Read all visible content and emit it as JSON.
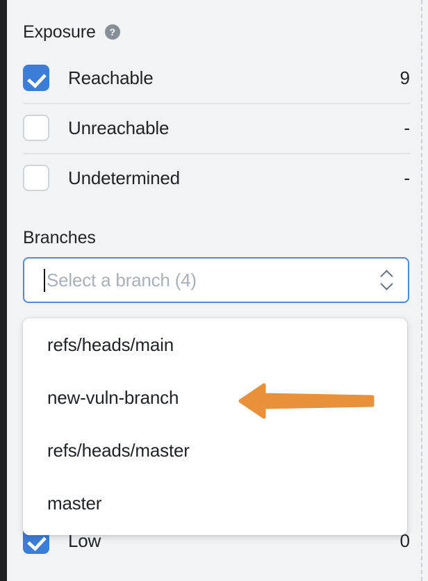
{
  "panel": {
    "exposure": {
      "title": "Exposure",
      "help_icon": "question-mark-icon",
      "rows": [
        {
          "label": "Reachable",
          "count": "9",
          "checked": true
        },
        {
          "label": "Unreachable",
          "count": "-",
          "checked": false
        },
        {
          "label": "Undetermined",
          "count": "-",
          "checked": false
        }
      ]
    },
    "branches": {
      "title": "Branches",
      "select": {
        "value": "",
        "placeholder": "Select a branch (4)",
        "focused": true,
        "stepper_icon": "chevron-up-down-icon"
      },
      "options": [
        "refs/heads/main",
        "new-vuln-branch",
        "refs/heads/master",
        "master"
      ]
    },
    "severity_partial": {
      "rows": [
        {
          "label": "Low",
          "count": "0",
          "checked": true
        }
      ]
    }
  },
  "annotation": {
    "arrow_icon": "left-arrow-annotation",
    "points_to": "new-vuln-branch",
    "color": "#E8913A"
  },
  "colors": {
    "background": "#f1f3f5",
    "checkbox_checked": "#3b7dd8",
    "focus_border": "#4a8ae0",
    "text": "#1f2328",
    "placeholder": "#a9b0b8",
    "divider": "#dfe2e6",
    "left_rail": "#1d2124",
    "help_icon": "#868e96",
    "annotation_orange": "#E8913A"
  }
}
